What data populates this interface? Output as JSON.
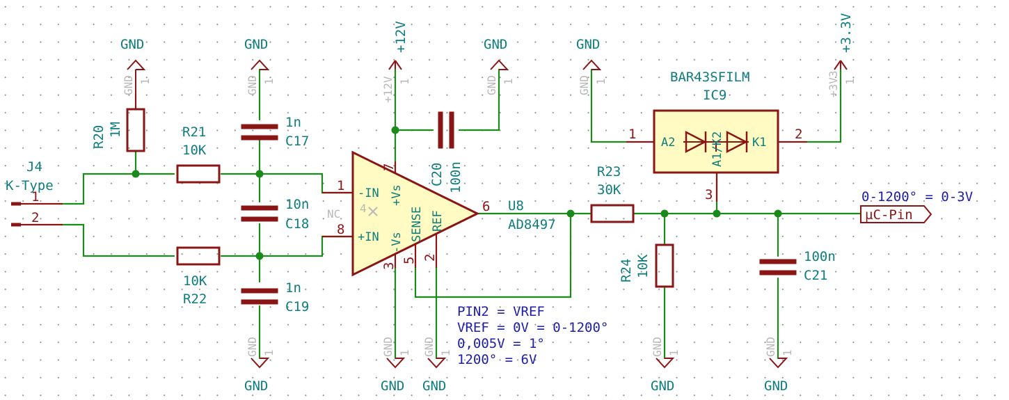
{
  "connector": {
    "ref": "J4",
    "value": "K-Type",
    "pins": [
      "1",
      "2"
    ]
  },
  "resistors": [
    {
      "ref": "R20",
      "value": "1M"
    },
    {
      "ref": "R21",
      "value": "10K"
    },
    {
      "ref": "R22",
      "value": "10K"
    },
    {
      "ref": "R23",
      "value": "30K"
    },
    {
      "ref": "R24",
      "value": "10K"
    }
  ],
  "capacitors": [
    {
      "ref": "C17",
      "value": "1n"
    },
    {
      "ref": "C18",
      "value": "10n"
    },
    {
      "ref": "C19",
      "value": "1n"
    },
    {
      "ref": "C20",
      "value": "100n"
    },
    {
      "ref": "C21",
      "value": "100n"
    }
  ],
  "amplifier": {
    "ref": "U8",
    "value": "AD8497",
    "pin_labels": {
      "in_neg": "-IN",
      "in_pos": "+IN",
      "vs_pos": "+Vs",
      "vs_neg": "-Vs",
      "sense": "SENSE",
      "ref": "REF",
      "nc": "NC"
    },
    "pin_numbers": {
      "in_neg": "1",
      "in_pos": "8",
      "vs_pos": "7",
      "vs_neg": "3",
      "sense": "5",
      "ref": "2",
      "out": "6",
      "nc": "4"
    }
  },
  "diode": {
    "ref": "IC9",
    "value": "BAR43SFILM",
    "pin_labels": {
      "a2": "A2",
      "k1": "K1",
      "mid": "A1/K2"
    },
    "pin_numbers": {
      "a2": "1",
      "k1": "2",
      "mid": "3"
    }
  },
  "power": {
    "gnd": "GND",
    "gnd_hidden_pin": "1",
    "v12": "+12V",
    "v12_hidden": "+12V",
    "v33": "+3.3V",
    "v33_hidden": "+3V3"
  },
  "output_label": "µC-Pin",
  "annotations": {
    "output_range": "0-1200° = 0-3V",
    "note_lines": [
      "PIN2 = VREF",
      "VREF = 0V = 0-1200°",
      "0,005V = 1°",
      "1200° = 6V"
    ]
  }
}
